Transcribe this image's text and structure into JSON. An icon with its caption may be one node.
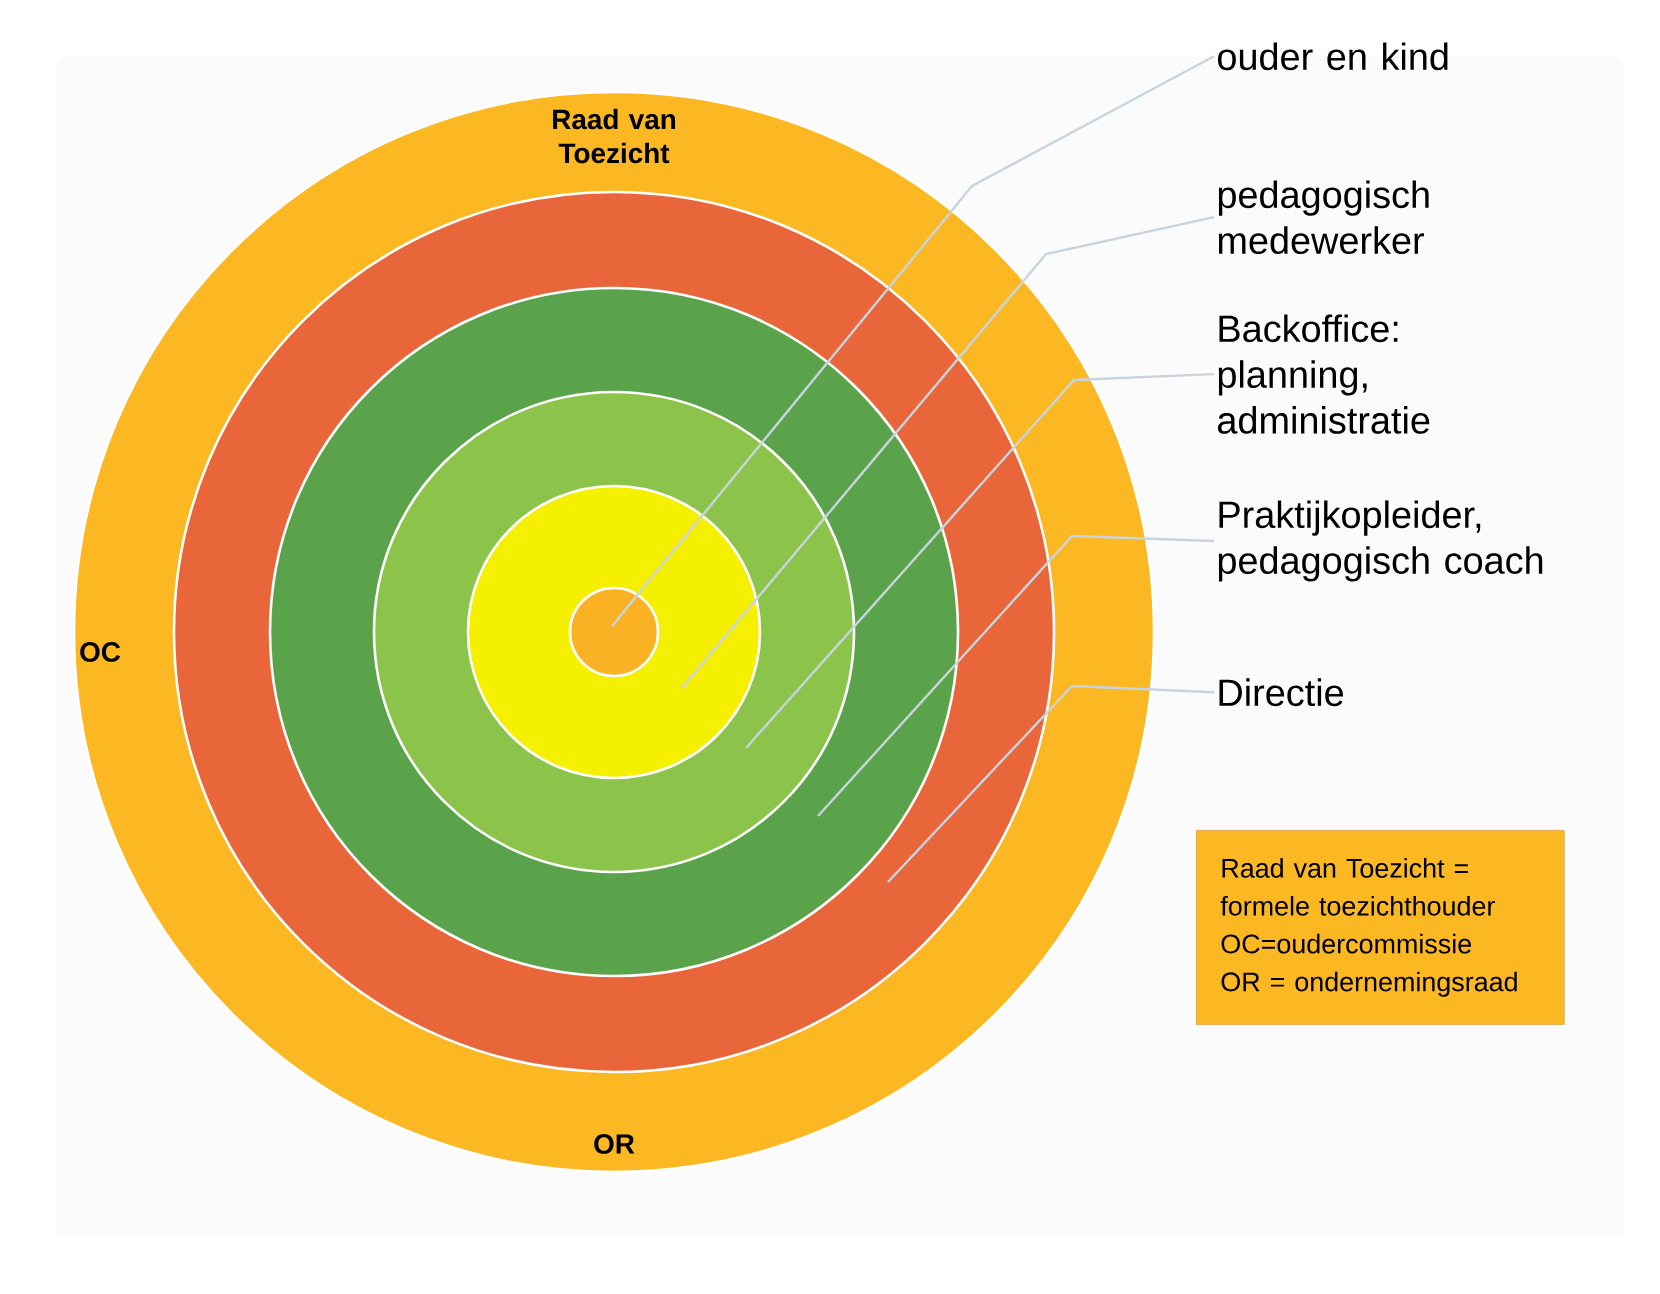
{
  "diagram": {
    "nodes": [
      {
        "text": [
          "Raad van Toezicht",
          "OC",
          "OR"
        ]
      },
      {
        "text": [],
        "shape": "circle",
        "in": 0
      },
      {
        "text": [],
        "shape": "circle",
        "in": 1
      },
      {
        "text": [],
        "shape": "circle",
        "in": 2
      },
      {
        "text": [],
        "shape": "circle",
        "in": 3
      },
      {
        "text": [],
        "shape": "circle",
        "in": 4
      },
      {
        "text": [
          "ouder en kind"
        ]
      },
      {
        "text": [
          "pedagogisch medewerker"
        ]
      },
      {
        "text": [
          "Backoffice: planning, administratie"
        ]
      },
      {
        "text": [
          "Praktijkopleider, pedagogisch coach"
        ]
      },
      {
        "text": [
          "Directie"
        ]
      },
      {
        "text": [
          "Raad van Toezicht = formele toezichthouder",
          "OC=oudercommissie",
          "OR = ondernemingsraad"
        ]
      }
    ],
    "edges": [
      {
        "from": 6,
        "to": 5,
        "arrow": "none"
      },
      {
        "from": 7,
        "to": 4,
        "arrow": "none"
      },
      {
        "from": 8,
        "to": 3,
        "arrow": "none"
      },
      {
        "from": 9,
        "to": 2,
        "arrow": "none"
      },
      {
        "from": 10,
        "to": 1,
        "arrow": "none"
      }
    ]
  }
}
